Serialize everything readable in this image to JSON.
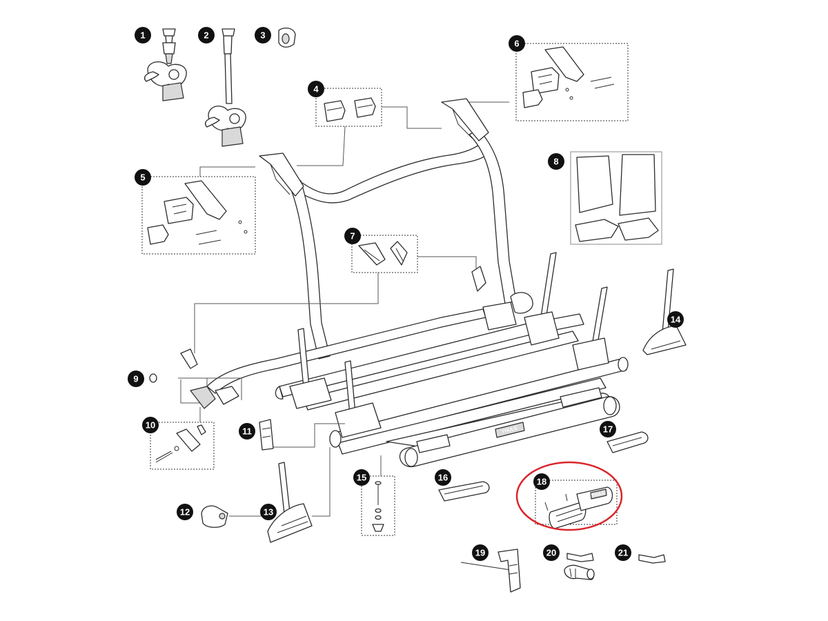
{
  "diagram": {
    "callouts": [
      {
        "id": "1",
        "label": "1"
      },
      {
        "id": "2",
        "label": "2"
      },
      {
        "id": "3",
        "label": "3"
      },
      {
        "id": "4",
        "label": "4"
      },
      {
        "id": "5",
        "label": "5"
      },
      {
        "id": "6",
        "label": "6"
      },
      {
        "id": "7",
        "label": "7"
      },
      {
        "id": "8",
        "label": "8"
      },
      {
        "id": "9",
        "label": "9"
      },
      {
        "id": "10",
        "label": "10"
      },
      {
        "id": "11",
        "label": "11"
      },
      {
        "id": "12",
        "label": "12"
      },
      {
        "id": "13",
        "label": "13"
      },
      {
        "id": "14",
        "label": "14"
      },
      {
        "id": "15",
        "label": "15"
      },
      {
        "id": "16",
        "label": "16"
      },
      {
        "id": "17",
        "label": "17"
      },
      {
        "id": "18",
        "label": "18"
      },
      {
        "id": "19",
        "label": "19"
      },
      {
        "id": "20",
        "label": "20"
      },
      {
        "id": "21",
        "label": "21"
      }
    ],
    "highlighted_callout": "18",
    "colors": {
      "badge": "#111111",
      "highlight": "#d9262c",
      "line": "#2b2b2b",
      "fill_gray": "#d9d9d9"
    },
    "brand_marks": [
      "THULE",
      "THULE"
    ]
  }
}
